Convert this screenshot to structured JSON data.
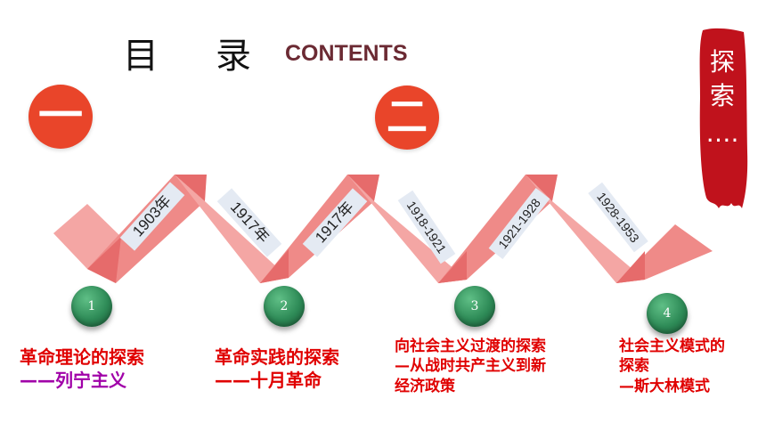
{
  "header": {
    "title": "目录",
    "subtitle": "CONTENTS"
  },
  "section_numbers": [
    {
      "label": "一"
    },
    {
      "label": "二"
    }
  ],
  "timeline": {
    "labels": [
      "1903年",
      "1917年",
      "1917年",
      "1918-1921",
      "1921-1928",
      "1928-1953"
    ],
    "steps": [
      "1",
      "2",
      "3",
      "4"
    ]
  },
  "topics": [
    {
      "lines": [
        "革命理论的探索",
        "——列宁主义"
      ]
    },
    {
      "lines": [
        "革命实践的探索",
        "——十月革命"
      ]
    },
    {
      "lines": [
        "向社会主义过渡的探索",
        "—从战时共产主义到新",
        "经济政策"
      ]
    },
    {
      "lines": [
        "社会主义模式的",
        "探索",
        "—斯大林模式"
      ]
    }
  ],
  "side_banner": {
    "chars": [
      "探",
      "索",
      "…."
    ]
  },
  "icons": {
    "ribbon": "zigzag-ribbon-shape",
    "banner": "ink-brush-banner-shape"
  },
  "colors": {
    "title_en": "#6b2a33",
    "circle_red": "#e9452a",
    "ribbon_light": "#f4a6a4",
    "ribbon_mid": "#ef8a88",
    "ribbon_dark": "#e66b6b",
    "label_bg": "#e4eaf3",
    "step_green": "#2e8b57",
    "topic_red": "#e00000",
    "topic_purple": "#a000a8",
    "banner_red": "#c0121c"
  }
}
